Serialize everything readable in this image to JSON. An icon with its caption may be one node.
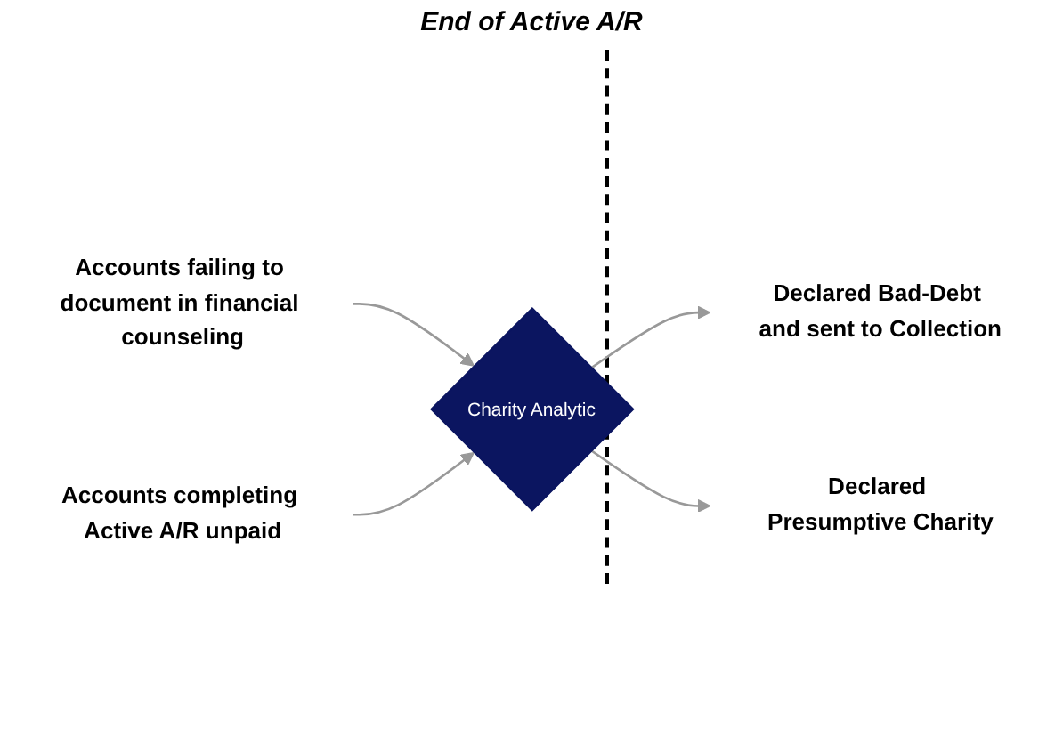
{
  "diagram": {
    "nodes": [
      {
        "text": [
          "Accounts failing to document in financial counseling"
        ]
      },
      {
        "text": [
          "Accounts completing Active A/R unpaid"
        ]
      },
      {
        "text": [
          "Charity Analytic"
        ]
      },
      {
        "text": [
          "Declared Bad-Debt and sent to Collection"
        ]
      },
      {
        "text": [
          "Declared Presumptive Charity"
        ]
      }
    ],
    "edges": [
      {
        "from": 0,
        "to": 2,
        "arrow": "to"
      },
      {
        "from": 1,
        "to": 2,
        "arrow": "to"
      },
      {
        "from": 2,
        "to": 3,
        "arrow": "to"
      },
      {
        "from": 2,
        "to": 4,
        "arrow": "to"
      }
    ],
    "labels": [
      "End of Active A/R"
    ]
  }
}
